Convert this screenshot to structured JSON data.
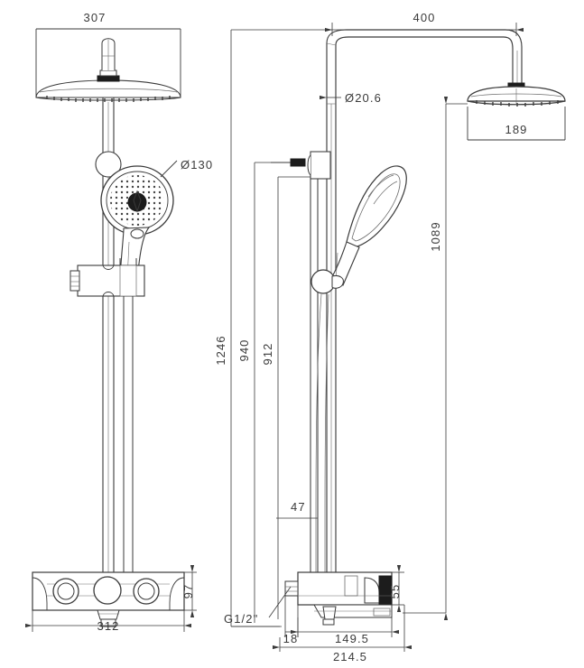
{
  "drawing": {
    "type": "technical-dimension-drawing",
    "subject": "thermostatic shower column with rain head and handheld shower",
    "units": "mm",
    "views": [
      {
        "name": "front-elevation",
        "position": "left"
      },
      {
        "name": "side-elevation",
        "position": "right"
      }
    ]
  },
  "dimensions": {
    "rain_head_width": "307",
    "handheld_head_diameter": "Ø130",
    "valve_body_width": "312",
    "valve_body_height": "97",
    "shower_arm_length": "400",
    "riser_pipe_diameter": "Ø20.6",
    "rain_head_depth": "189",
    "rain_head_height_from_valve": "1089",
    "overall_height": "1246",
    "riser_height": "940",
    "slide_bar_height": "912",
    "bracket_offset": "47",
    "inlet_thread": "G1/2\"",
    "inlet_offset": "18",
    "valve_depth_inner": "149.5",
    "valve_depth_outer": "214.5",
    "valve_handle_depth": "55"
  },
  "labels": [
    {
      "id": "dim-307",
      "text": "307",
      "orientation": "horizontal"
    },
    {
      "id": "dim-d130",
      "text": "Ø130",
      "orientation": "horizontal"
    },
    {
      "id": "dim-312",
      "text": "312",
      "orientation": "horizontal"
    },
    {
      "id": "dim-97",
      "text": "97",
      "orientation": "vertical"
    },
    {
      "id": "dim-400",
      "text": "400",
      "orientation": "horizontal"
    },
    {
      "id": "dim-d206",
      "text": "Ø20.6",
      "orientation": "horizontal"
    },
    {
      "id": "dim-189",
      "text": "189",
      "orientation": "horizontal"
    },
    {
      "id": "dim-1089",
      "text": "1089",
      "orientation": "vertical"
    },
    {
      "id": "dim-1246",
      "text": "1246",
      "orientation": "vertical"
    },
    {
      "id": "dim-940",
      "text": "940",
      "orientation": "vertical"
    },
    {
      "id": "dim-912",
      "text": "912",
      "orientation": "vertical"
    },
    {
      "id": "dim-47",
      "text": "47",
      "orientation": "horizontal"
    },
    {
      "id": "dim-g12",
      "text": "G1/2\"",
      "orientation": "horizontal"
    },
    {
      "id": "dim-18",
      "text": "18",
      "orientation": "horizontal"
    },
    {
      "id": "dim-1495",
      "text": "149.5",
      "orientation": "horizontal"
    },
    {
      "id": "dim-2145",
      "text": "214.5",
      "orientation": "horizontal"
    },
    {
      "id": "dim-55",
      "text": "55",
      "orientation": "vertical"
    }
  ],
  "colors": {
    "line": "#3a3a3a",
    "thin_line": "#6b6b6b",
    "fill_dark": "#1c1c1c",
    "background": "#ffffff"
  }
}
